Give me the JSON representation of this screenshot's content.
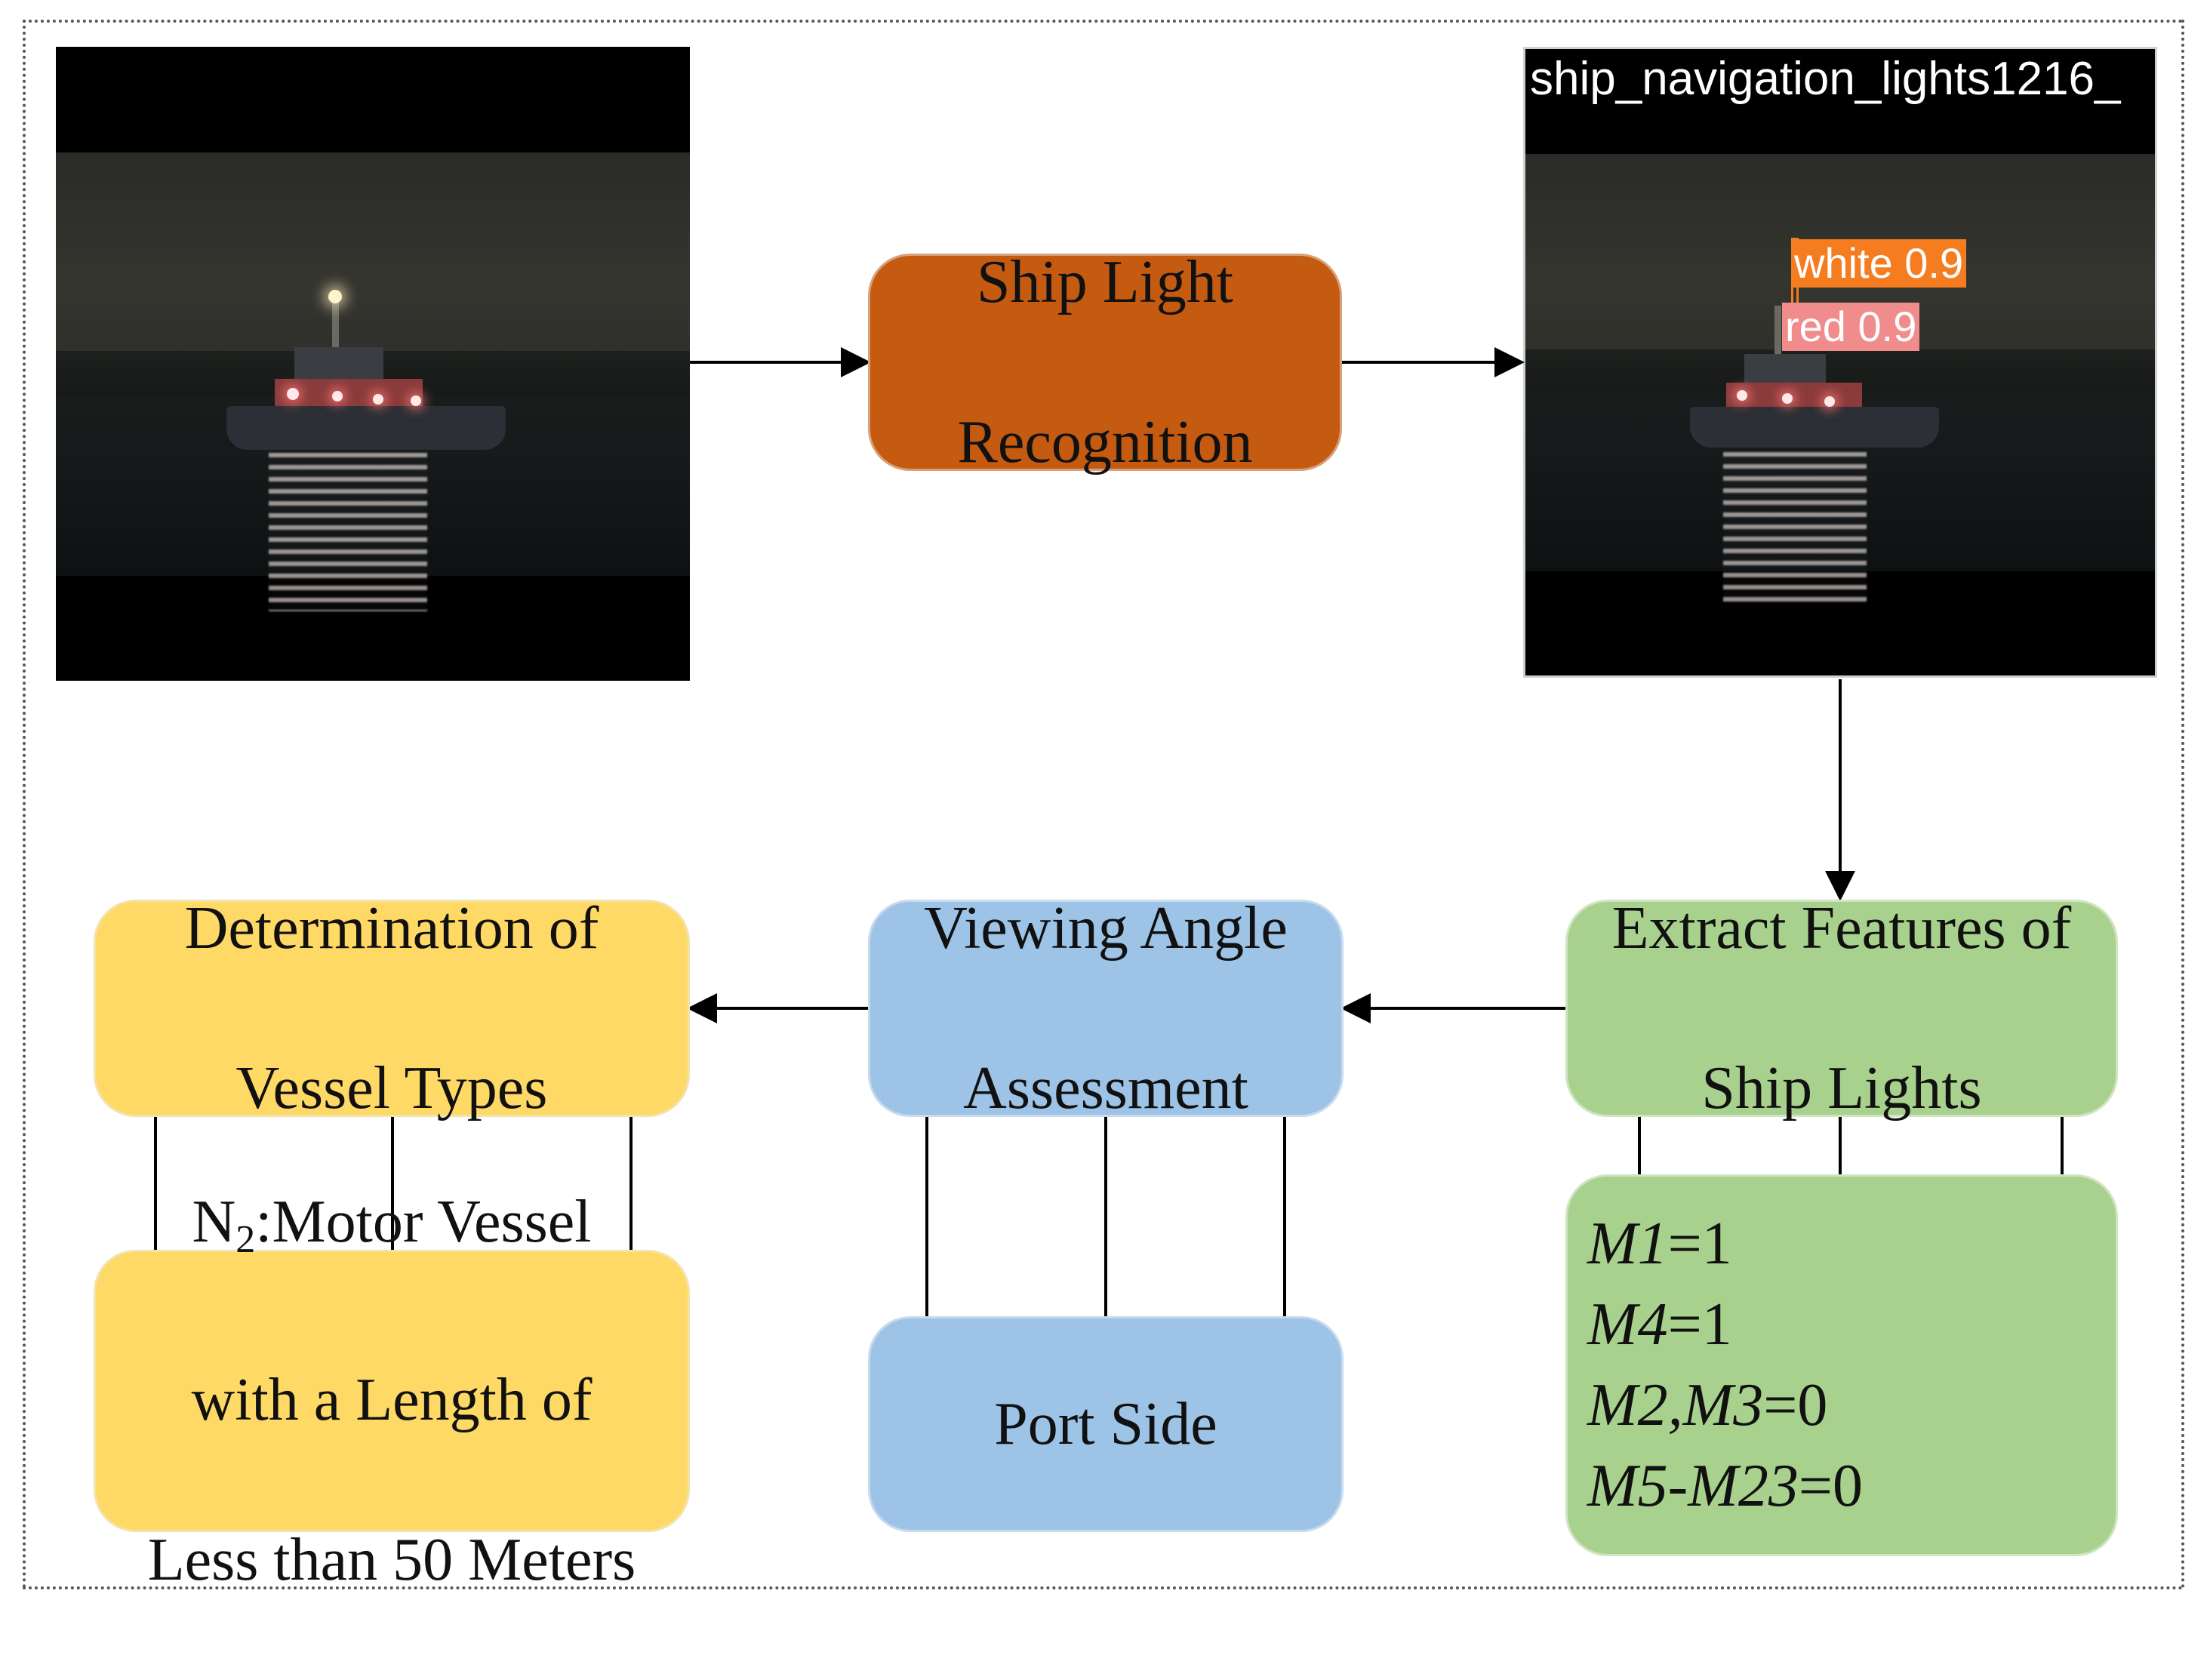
{
  "diagram": {
    "nodes": {
      "recognition": {
        "line1": "Ship Light",
        "line2": "Recognition"
      },
      "extract": {
        "line1": "Extract Features of",
        "line2": "Ship Lights"
      },
      "viewing": {
        "line1": "Viewing Angle",
        "line2": "Assessment"
      },
      "determination": {
        "line1": "Determination of",
        "line2": "Vessel Types"
      },
      "port_side": {
        "label": "Port Side"
      },
      "vessel_type": {
        "prefix": "N",
        "subscript": "2",
        "line1_rest": ":Motor Vessel",
        "line2": "with a Length of",
        "line3": "Less than 50 Meters"
      }
    },
    "features": [
      {
        "var": "M1",
        "value": "=1"
      },
      {
        "var": "M4",
        "value": "=1"
      },
      {
        "var": "M2,M3",
        "value": "=0"
      },
      {
        "var": "M5-M23",
        "value": "=0"
      }
    ],
    "detection_image": {
      "title": "ship_navigation_lights1216_",
      "detections": [
        {
          "label": "white 0.9",
          "color": "#f57c1f"
        },
        {
          "label": "red 0.9",
          "color": "#f08c8c"
        }
      ]
    },
    "colors": {
      "orange": "#c55a11",
      "blue": "#9dc3e6",
      "green": "#a9d18e",
      "yellow": "#ffd966"
    }
  }
}
